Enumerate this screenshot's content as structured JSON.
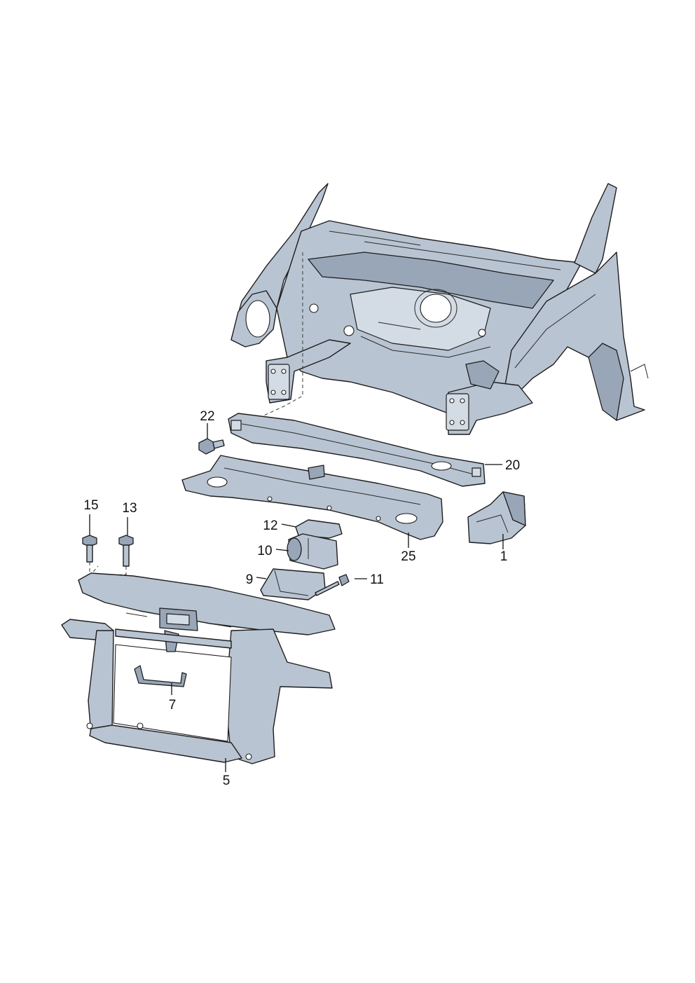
{
  "callouts": {
    "c22": "22",
    "c20": "20",
    "c15": "15",
    "c13": "13",
    "c12": "12",
    "c10": "10",
    "c9": "9",
    "c11": "11",
    "c25": "25",
    "c1": "1",
    "c7": "7",
    "c5": "5"
  },
  "colors": {
    "part_fill": "#b9c4d2",
    "part_shadow": "#98a6b8",
    "line": "#1d1d1d"
  }
}
